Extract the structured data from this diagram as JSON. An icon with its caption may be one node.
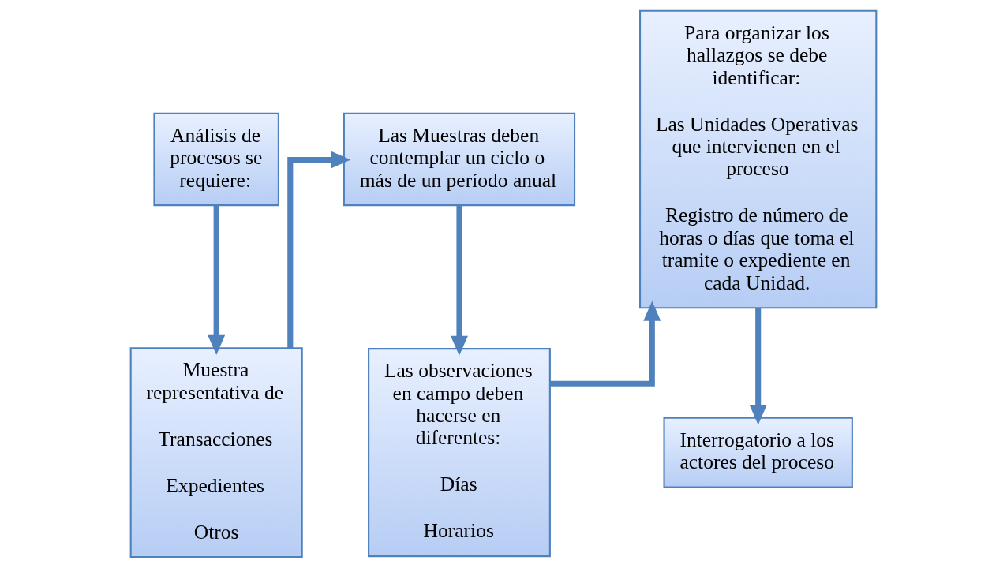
{
  "diagram": {
    "nodes": [
      {
        "text": [
          "Análisis de procesos se requiere:"
        ]
      },
      {
        "text": [
          "Muestra representativa de",
          "Transacciones",
          "Expedientes",
          "Otros"
        ]
      },
      {
        "text": [
          "Las Muestras deben contemplar un ciclo o más de un período anual"
        ]
      },
      {
        "text": [
          "Las observaciones en campo deben hacerse en diferentes:",
          "Días",
          "Horarios"
        ]
      },
      {
        "text": [
          "Para organizar los hallazgos se debe identificar:",
          "Las Unidades Operativas que intervienen en el proceso",
          "Registro de número de horas o días que toma el tramite o expediente en cada Unidad."
        ]
      },
      {
        "text": [
          "Interrogatorio a los actores del proceso"
        ]
      }
    ],
    "edges": [
      {
        "from": 0,
        "to": 1,
        "arrow": "to"
      },
      {
        "from": 1,
        "to": 2,
        "arrow": "to"
      },
      {
        "from": 2,
        "to": 3,
        "arrow": "to"
      },
      {
        "from": 3,
        "to": 4,
        "arrow": "to"
      },
      {
        "from": 4,
        "to": 5,
        "arrow": "to"
      }
    ]
  }
}
